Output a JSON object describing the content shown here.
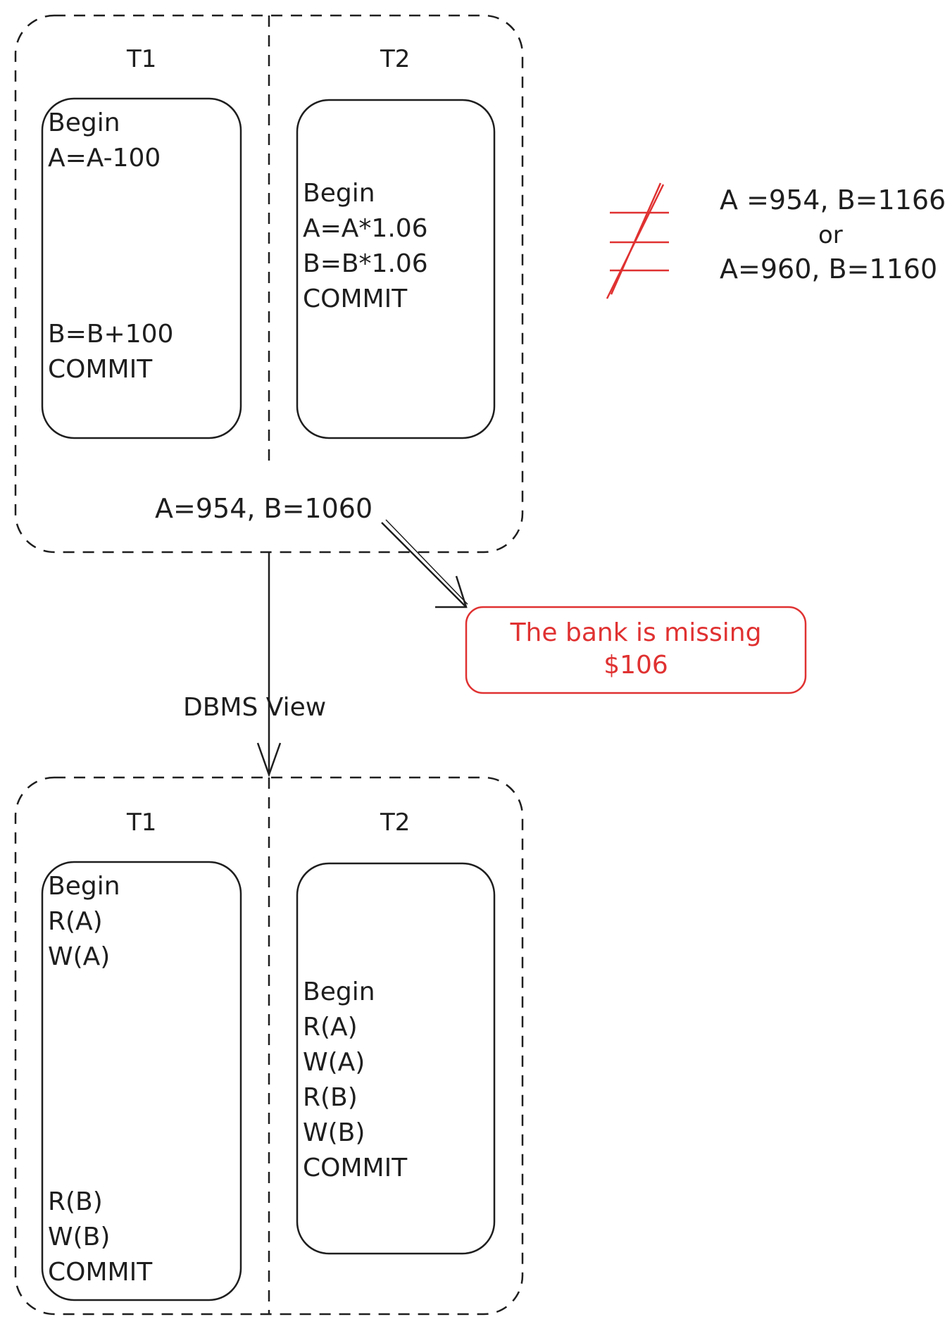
{
  "top": {
    "col1_label": "T1",
    "col2_label": "T2",
    "t1_upper": [
      "Begin",
      "A=A-100"
    ],
    "t1_lower": [
      "B=B+100",
      "COMMIT"
    ],
    "t2": [
      "Begin",
      "A=A*1.06",
      "B=B*1.06",
      "COMMIT"
    ],
    "result": "A=954, B=1060"
  },
  "not_equal": {
    "line1": "A =954, B=1166",
    "line2": "or",
    "line3": "A=960, B=1160"
  },
  "warning": {
    "line1": "The bank is missing",
    "line2": "$106",
    "color": "#e03131"
  },
  "arrow_label": "DBMS View",
  "bottom": {
    "col1_label": "T1",
    "col2_label": "T2",
    "t1_upper": [
      "Begin",
      "R(A)",
      "W(A)"
    ],
    "t1_lower": [
      "R(B)",
      "W(B)",
      "COMMIT"
    ],
    "t2": [
      "Begin",
      "R(A)",
      "W(A)",
      "R(B)",
      "W(B)",
      "COMMIT"
    ]
  }
}
